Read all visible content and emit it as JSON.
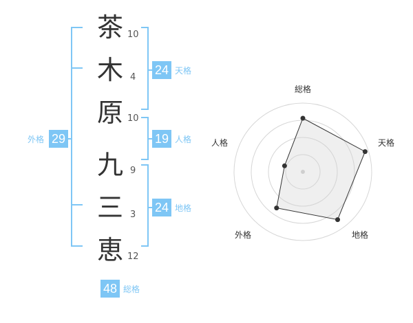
{
  "name_chars": [
    "茶",
    "木",
    "原",
    "九",
    "三",
    "恵"
  ],
  "strokes": [
    "10",
    "4",
    "10",
    "9",
    "3",
    "12"
  ],
  "tenkaku": {
    "value": "24",
    "label": "天格"
  },
  "jinkaku": {
    "value": "19",
    "label": "人格"
  },
  "chikaku": {
    "value": "24",
    "label": "地格"
  },
  "gaikaku": {
    "value": "29",
    "label": "外格"
  },
  "soukaku": {
    "value": "48",
    "label": "総格"
  },
  "colors": {
    "accent": "#7ec6f5",
    "text": "#333333"
  },
  "chart_data": {
    "type": "radar",
    "axes": [
      "総格",
      "天格",
      "地格",
      "外格",
      "人格"
    ],
    "values": [
      0.78,
      0.95,
      0.86,
      0.65,
      0.28
    ],
    "rings": 4
  }
}
